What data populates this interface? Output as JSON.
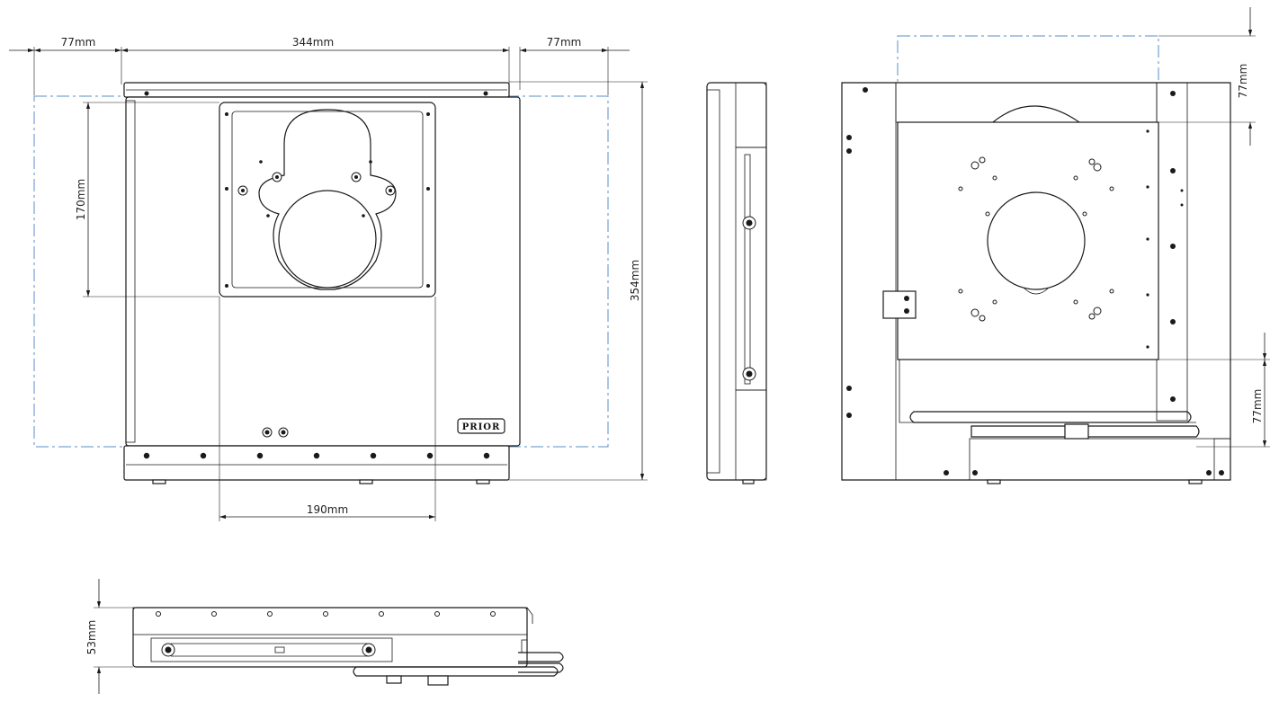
{
  "dimensions": {
    "front_clearance_left": "77mm",
    "front_width": "344mm",
    "front_clearance_right": "77mm",
    "front_insert_height": "170mm",
    "front_height": "354mm",
    "front_insert_width": "190mm",
    "top_clearance": "77mm",
    "bottom_clearance": "77mm",
    "bottom_view_height": "53mm"
  },
  "brand": "PRIOR",
  "colors": {
    "outline": "#1a1a1a",
    "clearance_line": "#5b8ec9"
  }
}
